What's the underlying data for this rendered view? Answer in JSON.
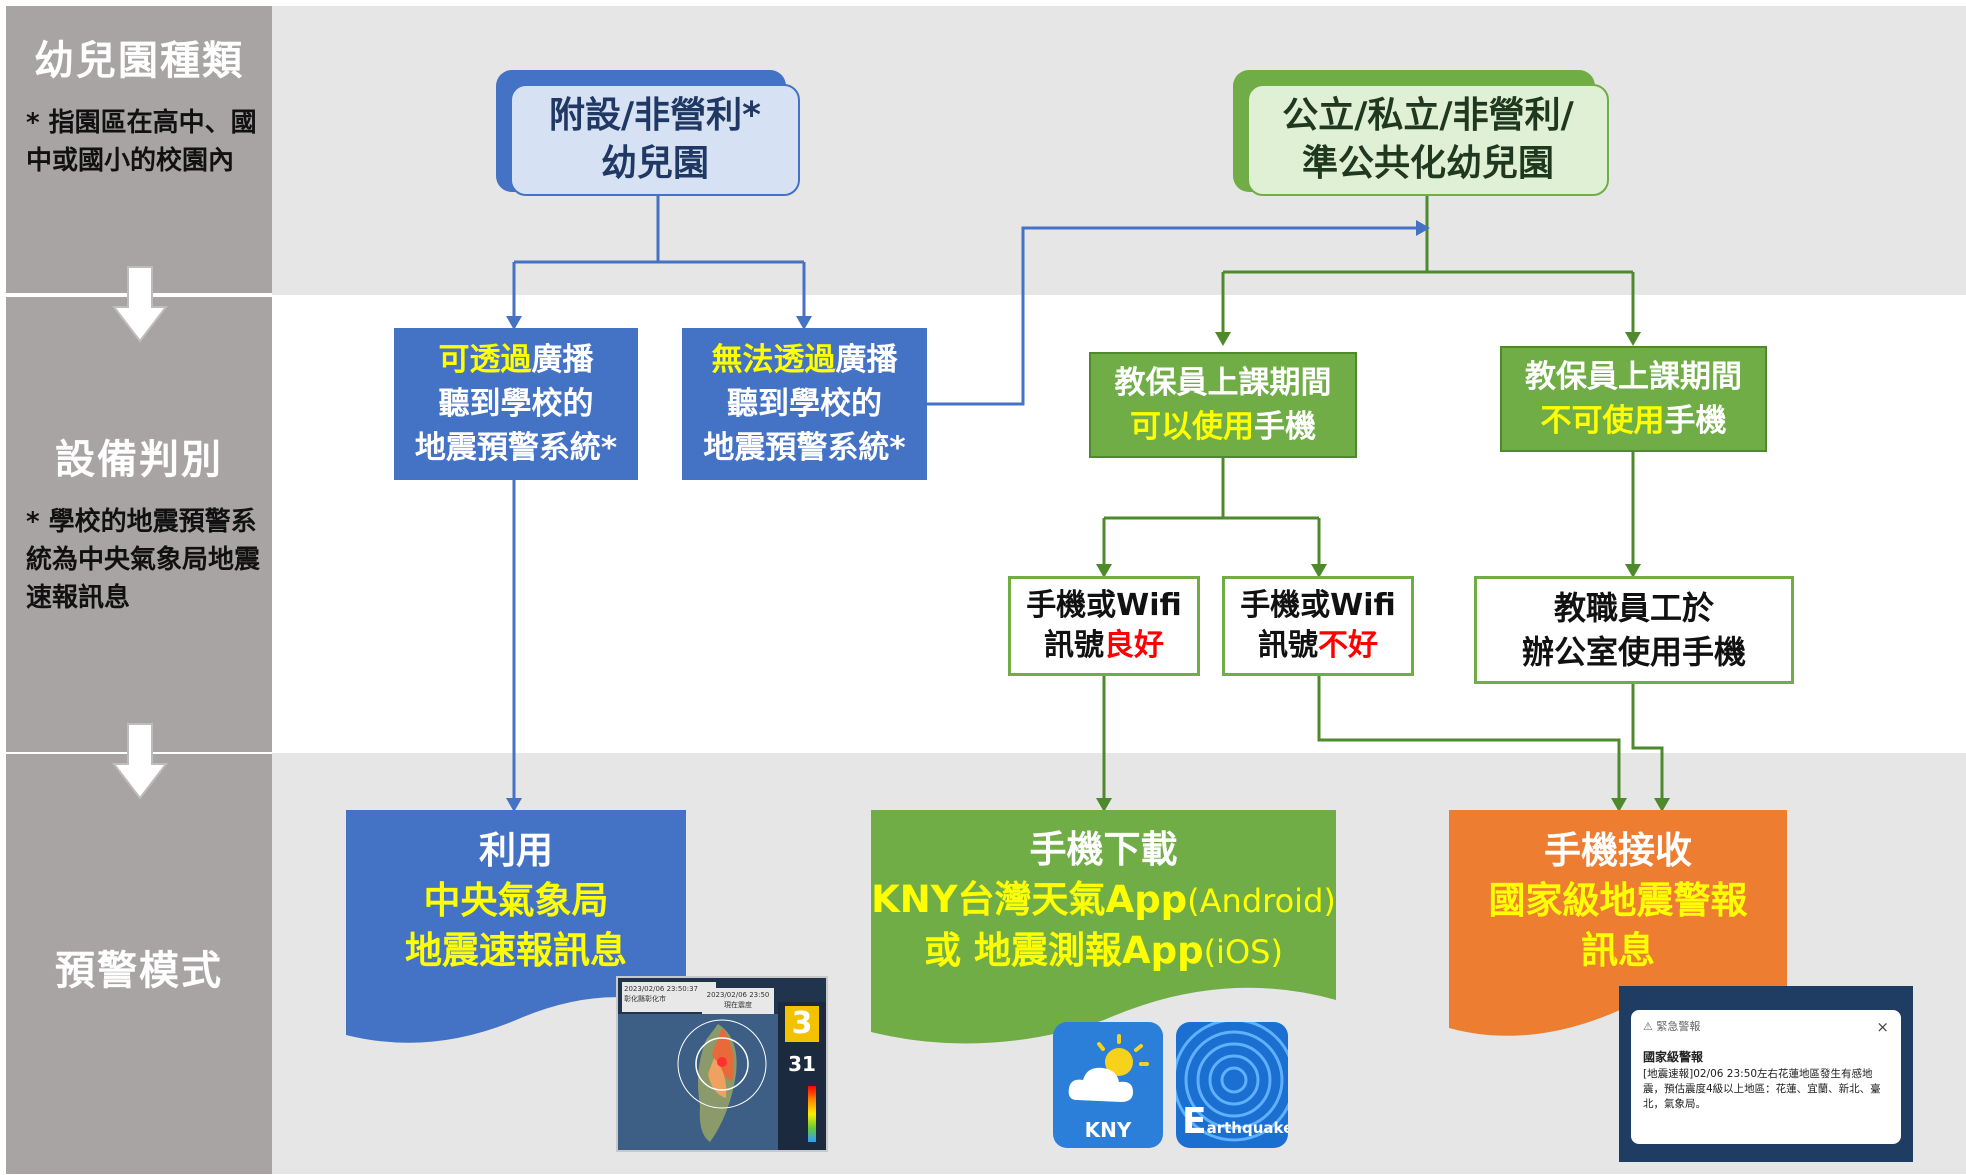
{
  "colors": {
    "blue": "#4472c4",
    "green": "#70ad47",
    "orange": "#ed7d31",
    "yellow": "#ffff00",
    "red": "#ff0000",
    "sidebar": "#a9a4a4",
    "band": "#e7e6e6"
  },
  "sidebar": {
    "kindergarten_type": {
      "title": "幼兒園種類",
      "note": "* 指園區在高中、國中或國小的校園內"
    },
    "equipment": {
      "title": "設備判別",
      "note": "* 學校的地震預警系統為中央氣象局地震速報訊息"
    },
    "warning_mode": {
      "title": "預警模式"
    }
  },
  "top": {
    "attached": {
      "line1": "附設/非營利*",
      "line2": "幼兒園"
    },
    "public": {
      "line1": "公立/私立/非營利/",
      "line2": "準公共化幼兒園"
    }
  },
  "equipment_nodes": {
    "can_hear": {
      "hl": "可透過",
      "rest": "廣播",
      "line2": "聽到學校的",
      "line3": "地震預警系統*"
    },
    "cannot_hear": {
      "hl": "無法透過",
      "rest": "廣播",
      "line2": "聽到學校的",
      "line3": "地震預警系統*"
    },
    "can_use_phone": {
      "line1": "教保員上課期間",
      "hl": "可以使用",
      "rest": "手機"
    },
    "cannot_use_phone": {
      "line1": "教保員上課期間",
      "hl": "不可使用",
      "rest": "手機"
    },
    "signal_good": {
      "line1": "手機或Wifi",
      "prefix": "訊號",
      "hl": "良好"
    },
    "signal_bad": {
      "line1": "手機或Wifi",
      "prefix": "訊號",
      "hl": "不好"
    },
    "office_phone": {
      "line1": "教職員工於",
      "line2": "辦公室使用手機"
    }
  },
  "modes": {
    "cwb": {
      "line1": "利用",
      "line2": "中央氣象局",
      "line3": "地震速報訊息"
    },
    "app": {
      "line1": "手機下載",
      "line2a": "KNY台灣天氣App",
      "line2b": "(Android)",
      "line3a": "或 地震測報App",
      "line3b": "(iOS)"
    },
    "national": {
      "line1": "手機接收",
      "line2": "國家級地震警報",
      "line3": "訊息"
    }
  },
  "thumbnails": {
    "map_screen": {
      "header1": "2023/02/06 23:50:37",
      "header2": "彰化縣彰化市",
      "header3": "2023/02/06 23:50",
      "header4": "現在震度",
      "intensity": "3",
      "seconds": "31"
    },
    "kny_icon": {
      "label": "KNY"
    },
    "quake_icon": {
      "big": "E",
      "label": "arthquake"
    },
    "alert": {
      "header": "緊急警報",
      "close": "×",
      "title": "國家級警報",
      "body": "[地震速報]02/06 23:50左右花蓮地區發生有感地震，預估震度4級以上地區：花蓮、宜蘭、新北、臺北，氣象局。"
    }
  }
}
